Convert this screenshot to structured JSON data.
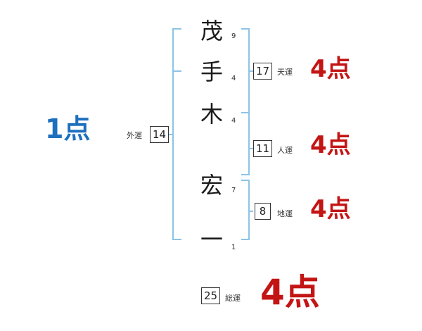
{
  "name": {
    "characters": [
      {
        "char": "茂",
        "strokes": "9"
      },
      {
        "char": "手",
        "strokes": "4"
      },
      {
        "char": "木",
        "strokes": "4"
      },
      {
        "char": "宏",
        "strokes": "7"
      },
      {
        "char": "一",
        "strokes": "1"
      }
    ]
  },
  "fortunes": {
    "tenkaku": {
      "label": "天運",
      "value": "17",
      "score": "4点"
    },
    "jinkaku": {
      "label": "人運",
      "value": "11",
      "score": "4点"
    },
    "chikaku": {
      "label": "地運",
      "value": "8",
      "score": "4点"
    },
    "gaikaku": {
      "label": "外運",
      "value": "14",
      "score": "1点"
    },
    "soukaku": {
      "label": "総運",
      "value": "25",
      "score": "4点"
    }
  },
  "colors": {
    "bracket": "#8cc4e6",
    "good": "#c41515",
    "bad": "#1e6fbf"
  }
}
